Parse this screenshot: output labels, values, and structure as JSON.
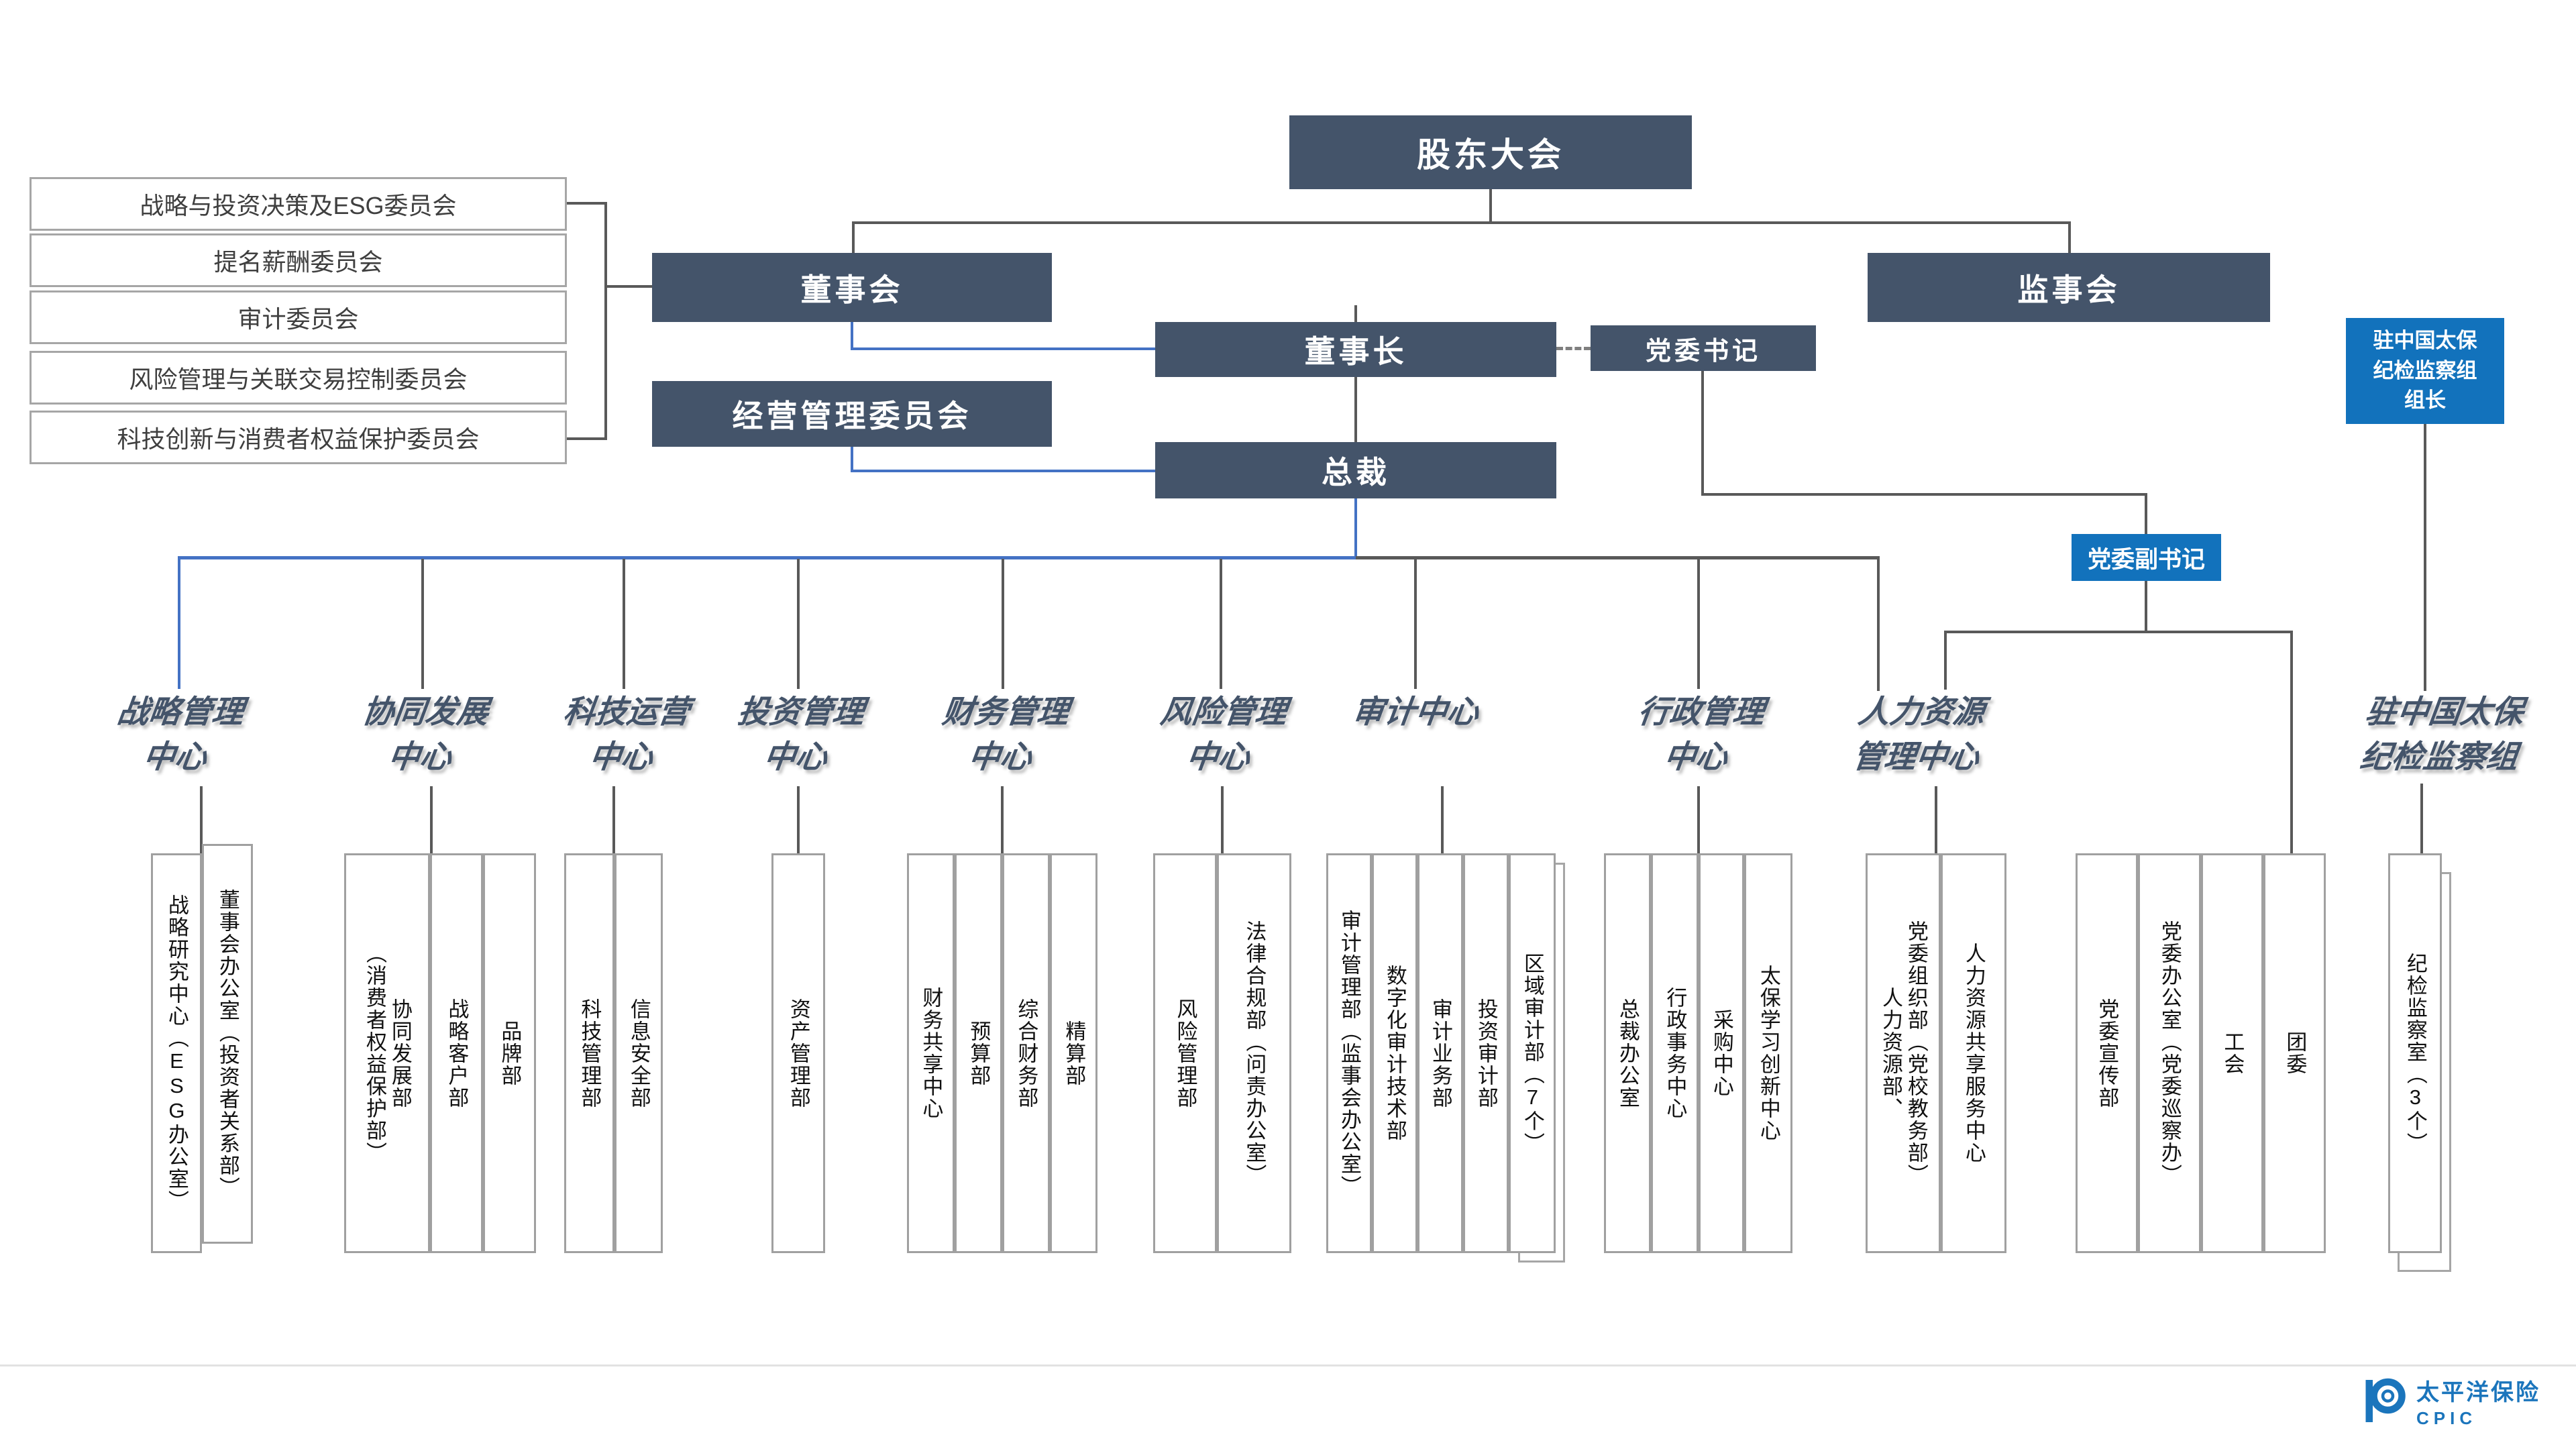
{
  "shareholders_meeting": "股东大会",
  "committees": [
    "战略与投资决策及ESG委员会",
    "提名薪酬委员会",
    "审计委员会",
    "风险管理与关联交易控制委员会",
    "科技创新与消费者权益保护委员会"
  ],
  "governance": {
    "board_of_directors": "董事会",
    "board_of_supervisors": "监事会",
    "chairman": "董事长",
    "party_secretary": "党委书记",
    "management_committee": "经营管理委员会",
    "president": "总裁",
    "deputy_party_secretary": "党委副书记",
    "discipline_inspection_leader": "驻中国太保\n纪检监察组\n组长"
  },
  "centers": [
    {
      "label": "战略管理\n中心",
      "departments": [
        "战略研究中心（ESG办公室）",
        "董事会办公室（投资者关系部）"
      ]
    },
    {
      "label": "协同发展\n中心",
      "departments": [
        "协同发展部\n（消费者权益保护部）",
        "战略客户部",
        "品牌部"
      ]
    },
    {
      "label": "科技运营\n中心",
      "departments": [
        "科技管理部",
        "信息安全部"
      ]
    },
    {
      "label": "投资管理\n中心",
      "departments": [
        "资产管理部"
      ]
    },
    {
      "label": "财务管理\n中心",
      "departments": [
        "财务共享中心",
        "预算部",
        "综合财务部",
        "精算部"
      ]
    },
    {
      "label": "风险管理\n中心",
      "departments": [
        "风险管理部",
        "法律合规部（问责办公室）"
      ]
    },
    {
      "label": "审计中心",
      "departments": [
        "审计管理部（监事会办公室）",
        "数字化审计技术部",
        "审计业务部",
        "投资审计部",
        "区域审计部（7个）"
      ]
    },
    {
      "label": "行政管理\n中心",
      "departments": [
        "总裁办公室",
        "行政事务中心",
        "采购中心",
        "太保学习创新中心"
      ]
    },
    {
      "label": "人力资源\n管理中心",
      "departments": [
        "党委组织部（党校教务部）\n人力资源部、",
        "人力资源共享服务中心"
      ],
      "party_departments": [
        "党委宣传部",
        "党委办公室（党委巡察办）",
        "工会",
        "团委"
      ]
    },
    {
      "label": "驻中国太保\n纪检监察组",
      "departments": [
        "纪检监察室（3个）"
      ]
    }
  ],
  "logo": {
    "name_cn": "太平洋保险",
    "name_en": "CPIC"
  },
  "colors": {
    "dark_box": "#44546A",
    "blue_box": "#1272BC",
    "blue_line": "#4472C4",
    "gray_line": "#595959",
    "box_border": "#A6A6A6",
    "logo_blue": "#1B75BC"
  }
}
